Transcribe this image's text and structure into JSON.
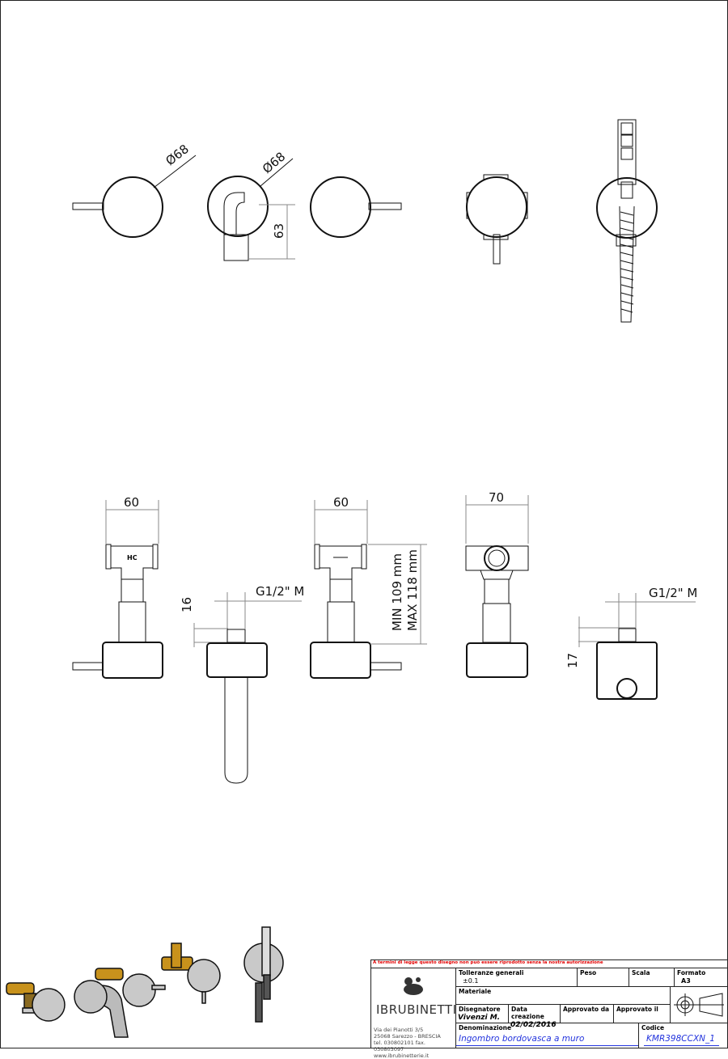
{
  "drawing": {
    "top_view": {
      "diameter_1": "Ø68",
      "diameter_2": "Ø68",
      "spout_height": "63"
    },
    "side_view": {
      "width_1": "60",
      "width_2": "60",
      "width_3": "70",
      "thread_1": "G1/2\" M",
      "thread_2": "G1/2\" M",
      "thread_len_1": "16",
      "thread_len_2": "17",
      "min_depth": "MIN 109 mm",
      "max_depth": "MAX 118 mm",
      "hot_cold_marking": "HC"
    }
  },
  "title_block": {
    "notice": "A termini di legge questo disegno non può essere riprodotto senza la nostra autorizzazione",
    "notice_color": "#e00000",
    "logo_text": "IBRUBINETTI",
    "address": [
      "Via dei Pianotti 3/5",
      "25068 Sarezzo - BRESCIA",
      "tel. 030802101 fax. 030803097",
      "www.ibrubinetterie.it"
    ],
    "tolleranze_label": "Tolleranze generali",
    "tolleranze_value": "±0.1",
    "peso_label": "Peso",
    "peso_value": "",
    "scala_label": "Scala",
    "scala_value": "",
    "formato_label": "Formato",
    "formato_value": "A3",
    "materiale_label": "Materiale",
    "materiale_value": "",
    "disegnatore_label": "Disegnatore",
    "disegnatore_value": "Vivenzi M.",
    "data_label": "Data creazione",
    "data_value": "02/02/2016",
    "approvato_da_label": "Approvato da",
    "approvato_da_value": "",
    "approvato_il_label": "Approvato il",
    "approvato_il_value": "",
    "denominazione_label": "Denominazione",
    "denominazione_value": "Ingombro bordovasca a muro",
    "codice_label": "Codice",
    "codice_value": "KMR398CCXN_1",
    "link_color": "#2233dd",
    "projection_symbol": "first-angle-projection-icon"
  }
}
